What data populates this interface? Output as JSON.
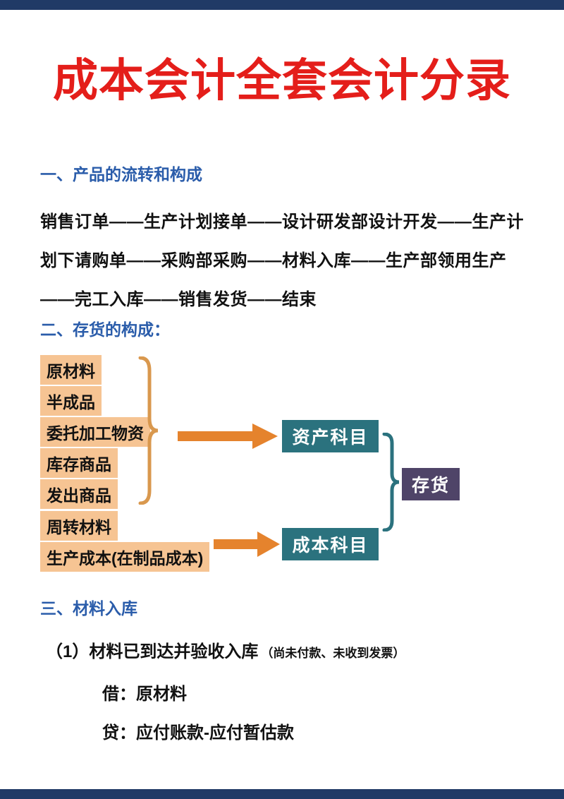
{
  "page": {
    "title": "成本会计全套会计分录"
  },
  "sections": {
    "one": {
      "heading": "一、产品的流转和构成",
      "body": "销售订单——生产计划接单——设计研发部设计开发——生产计划下请购单——采购部采购——材料入库——生产部领用生产——完工入库——销售发货——结束"
    },
    "two": {
      "heading": "二、存货的构成：",
      "asset_items": [
        "原材料",
        "半成品",
        "委托加工物资",
        "库存商品",
        "发出商品"
      ],
      "other_items": [
        "周转材料",
        "生产成本(在制品成本)"
      ],
      "asset_account_label": "资产科目",
      "cost_account_label": "成本科目",
      "inventory_label": "存货"
    },
    "three": {
      "heading": "三、材料入库",
      "case1_title": "（1）材料已到达并验收入库",
      "case1_note": "（尚未付款、未收到发票）",
      "debit_line": "借：原材料",
      "credit_line": "贷：应付账款-应付暂估款"
    }
  },
  "colors": {
    "edge_bar_navy": "#203a66",
    "title_red": "#e41e1a",
    "heading_blue": "#2a5caa",
    "highlight_peach": "#f6c493",
    "teal_box": "#2b727e",
    "purple_box": "#4f4468",
    "arrow_orange": "#e5832d",
    "brace_tan": "#d9984e"
  }
}
